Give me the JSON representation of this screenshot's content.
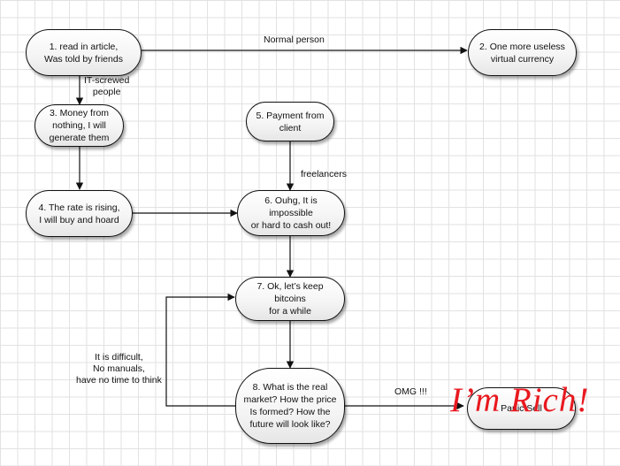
{
  "nodes": {
    "n1": "1. read in article,\nWas told by friends",
    "n2": "2. One more useless\nvirtual currency",
    "n3": "3. Money from\nnothing, I will\ngenerate them",
    "n4": "4. The rate is rising,\nI will buy and hoard",
    "n5": "5. Payment from\nclient",
    "n6": "6. Ouhg, It is impossible\nor hard to cash out!",
    "n7": "7. Ok, let’s keep bitcoins\nfor a while",
    "n8": "8. What is the real\nmarket? How the price\nIs formed? How the\nfuture will look like?",
    "n9": "Panic Sell"
  },
  "labels": {
    "normal_person": "Normal person",
    "it_screwed": "IT-screwed\npeople",
    "freelancers": "freelancers",
    "difficult": "It is difficult,\nNo manuals,\nhave no time to think",
    "omg": "OMG !!!"
  },
  "overlay_text": "I’m Rich!",
  "colors": {
    "overlay": "#e8191f",
    "line": "#111111"
  }
}
